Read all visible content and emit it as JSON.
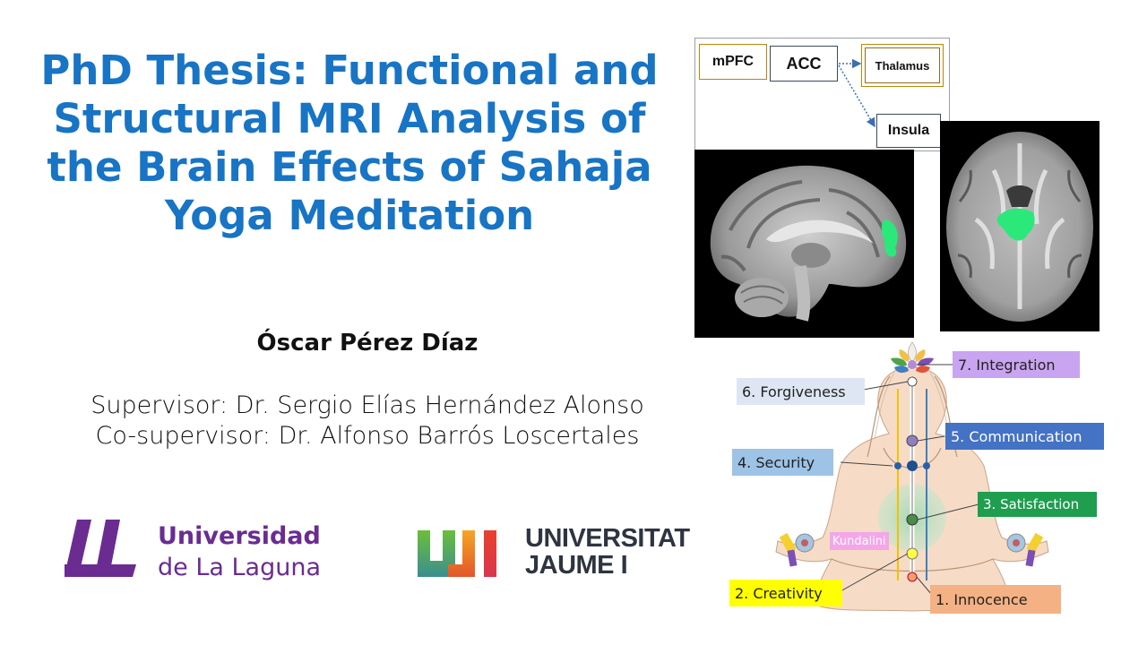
{
  "slide": {
    "title": "PhD Thesis: Functional and Structural MRI Analysis of the Brain Effects of Sahaja Yoga Meditation",
    "author": "Óscar Pérez Díaz",
    "supervisor": "Supervisor: Dr. Sergio Elías Hernández Alonso",
    "cosupervisor": "Co-supervisor: Dr. Alfonso Barrós Loscertales"
  },
  "logos": {
    "ull": {
      "line1": "Universidad",
      "line2": "de La Laguna",
      "color": "#6a2c91"
    },
    "uji": {
      "line1": "UNIVERSITAT",
      "line2": "JAUME I"
    }
  },
  "diagram": {
    "nodes": [
      "mPFC",
      "ACC",
      "Thalamus",
      "Insula"
    ]
  },
  "chakras": {
    "c7": {
      "label": "7. Integration",
      "color": "#c9a4f0"
    },
    "c6": {
      "label": "6. Forgiveness",
      "color": "#dde6f2"
    },
    "c5": {
      "label": "5. Communication",
      "color": "#4472c4"
    },
    "c4": {
      "label": "4. Security",
      "color": "#9dc3e6"
    },
    "c3": {
      "label": "3. Satisfaction",
      "color": "#1e9e4e"
    },
    "c2": {
      "label": "2. Creativity",
      "color": "#ffff00"
    },
    "c1": {
      "label": "1. Innocence",
      "color": "#f4b183"
    },
    "kundalini": "Kundalini"
  },
  "colors": {
    "title": "#1874c4"
  }
}
